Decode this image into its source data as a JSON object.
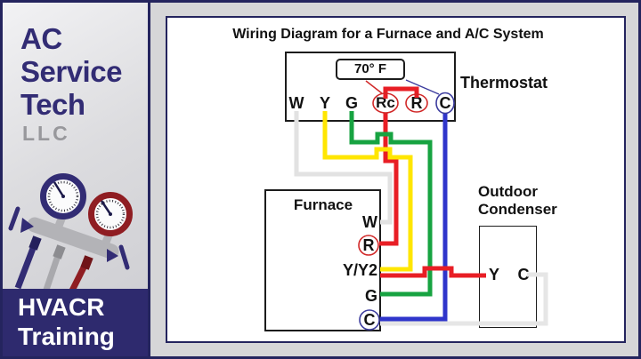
{
  "colors": {
    "navy": "#322c74",
    "navy-dark": "#24245e",
    "banner-navy": "#2e2a6e",
    "brand-gray": "#98989c",
    "brand-red": "#8f1d22",
    "wire-red": "#e81e25",
    "wire-yellow": "#ffe600",
    "wire-green": "#17a341",
    "wire-blue": "#2f35cb",
    "wire-white": "#e2e2e2",
    "wire-gray": "#e6e6e6",
    "ring-red": "#d12828",
    "ring-blue": "#3c3c9e"
  },
  "brand": {
    "name_line1": "AC",
    "name_line2": "Service",
    "name_line3": "Tech",
    "suffix": "LLC",
    "banner_line1": "HVACR",
    "banner_line2": "Training"
  },
  "diagram": {
    "title": "Wiring Diagram for a Furnace and A/C System",
    "thermostat": {
      "label": "Thermostat",
      "display_temp": "70° F",
      "terminals": [
        "W",
        "Y",
        "G",
        "Rc",
        "R",
        "C"
      ]
    },
    "furnace": {
      "label": "Furnace",
      "terminals": [
        "W",
        "R",
        "Y/Y2",
        "G",
        "C"
      ]
    },
    "condenser": {
      "label_line1": "Outdoor",
      "label_line2": "Condenser",
      "terminals": [
        "Y",
        "C"
      ]
    }
  }
}
